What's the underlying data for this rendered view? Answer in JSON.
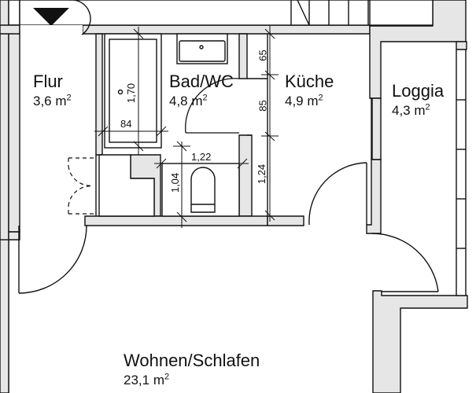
{
  "plan": {
    "wall_fill": "#e6e6e6",
    "line_color": "#111111",
    "background": "#ffffff",
    "entrance_marker": "entrance-arrow-down"
  },
  "rooms": [
    {
      "id": "flur",
      "name": "Flur",
      "area": "3,6",
      "unit": "m",
      "unit_exp": "2"
    },
    {
      "id": "bad",
      "name": "Bad/WC",
      "area": "4,8",
      "unit": "m",
      "unit_exp": "2"
    },
    {
      "id": "kueche",
      "name": "Küche",
      "area": "4,9",
      "unit": "m",
      "unit_exp": "2"
    },
    {
      "id": "loggia",
      "name": "Loggia",
      "area": "4,3",
      "unit": "m",
      "unit_exp": "2"
    },
    {
      "id": "wohnen",
      "name": "Wohnen/Schlafen",
      "area": "23,1",
      "unit": "m",
      "unit_exp": "2"
    }
  ],
  "dimensions": {
    "bathtub_length": "1,70",
    "bathtub_width": "84",
    "wc_width": "1,22",
    "wc_depth": "1,04",
    "kitchen_wall_segment_1": "65",
    "kitchen_door_opening": "85",
    "kitchen_wall_segment_2": "1,24"
  }
}
